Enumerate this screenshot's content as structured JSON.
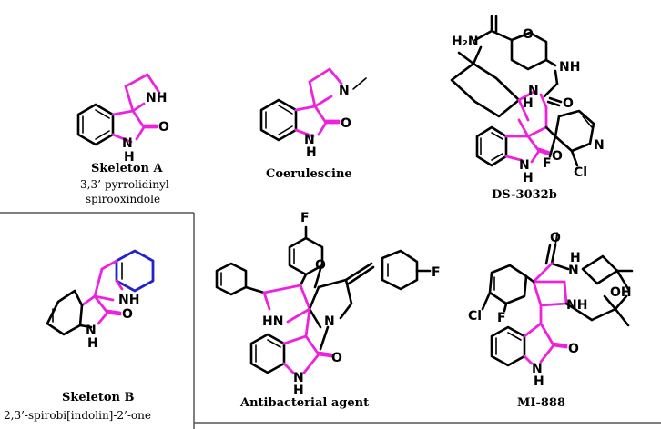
{
  "colors": {
    "highlight": "#ee22dd",
    "second_ring": "#2222cc",
    "bond": "#000000",
    "divider": "#555555",
    "background": "#ffffff"
  },
  "compounds": [
    {
      "id": "skeleton-a",
      "name": "Skeleton A",
      "subtitle_line1": "3,3’-pyrrolidinyl-",
      "subtitle_line2": "spirooxindole"
    },
    {
      "id": "coerulescine",
      "name": "Coerulescine"
    },
    {
      "id": "ds-3032b",
      "name": "DS-3032b"
    },
    {
      "id": "skeleton-b",
      "name": "Skeleton B",
      "subtitle_line1": "2,3’-spirobi[indolin]-2’-one"
    },
    {
      "id": "antibacterial-agent",
      "name": "Antibacterial agent"
    },
    {
      "id": "mi-888",
      "name": "MI-888"
    }
  ],
  "atom_labels": {
    "nh": "NH",
    "n": "N",
    "h": "H",
    "o": "O",
    "f": "F",
    "cl": "Cl",
    "h2n": "H₂N",
    "hn": "HN",
    "oh": "OH"
  }
}
